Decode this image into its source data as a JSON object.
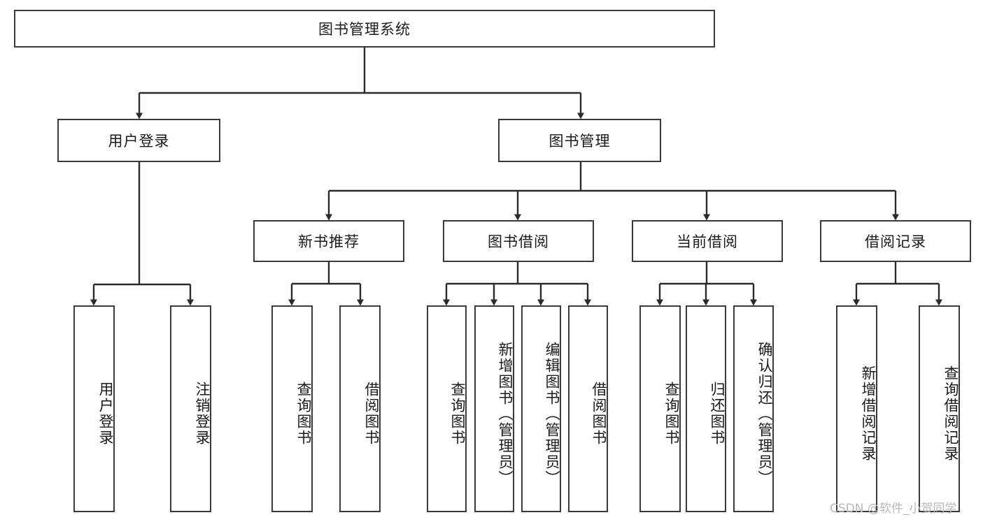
{
  "diagram": {
    "title": "图书管理系统",
    "type": "tree-hierarchy",
    "watermark": "CSDN @软件_小贺同学",
    "colors": {
      "box_border": "#3a3a3a",
      "box_fill": "#ffffff",
      "edge": "#2b2b2b",
      "text": "#1a1a1a",
      "watermark": "#b9b9b9"
    },
    "nodes": {
      "root": {
        "label": "图书管理系统"
      },
      "level2": [
        {
          "id": "user-login",
          "label": "用户登录"
        },
        {
          "id": "book-manage",
          "label": "图书管理"
        }
      ],
      "level3": [
        {
          "id": "new-book-recommend",
          "label": "新书推荐"
        },
        {
          "id": "book-borrow",
          "label": "图书借阅"
        },
        {
          "id": "current-borrow",
          "label": "当前借阅"
        },
        {
          "id": "borrow-record",
          "label": "借阅记录"
        }
      ],
      "leaves": {
        "user_login": [
          {
            "id": "leaf-user-login",
            "label": "用户登录"
          },
          {
            "id": "leaf-logout-login",
            "label": "注销登录"
          }
        ],
        "new_book_recommend": [
          {
            "id": "leaf-query-book-1",
            "label": "查询图书"
          },
          {
            "id": "leaf-borrow-book-1",
            "label": "借阅图书"
          }
        ],
        "book_borrow": [
          {
            "id": "leaf-query-book-2",
            "label": "查询图书"
          },
          {
            "id": "leaf-add-book",
            "label": "新增图书（管理员）"
          },
          {
            "id": "leaf-edit-book",
            "label": "编辑图书（管理员）"
          },
          {
            "id": "leaf-borrow-book-2",
            "label": "借阅图书"
          }
        ],
        "current_borrow": [
          {
            "id": "leaf-query-book-3",
            "label": "查询图书"
          },
          {
            "id": "leaf-return-book",
            "label": "归还图书"
          },
          {
            "id": "leaf-confirm-return",
            "label": "确认归还（管理员）"
          }
        ],
        "borrow_record": [
          {
            "id": "leaf-add-borrow-record",
            "label": "新增借阅记录"
          },
          {
            "id": "leaf-query-borrow-record",
            "label": "查询借阅记录"
          }
        ]
      }
    }
  }
}
